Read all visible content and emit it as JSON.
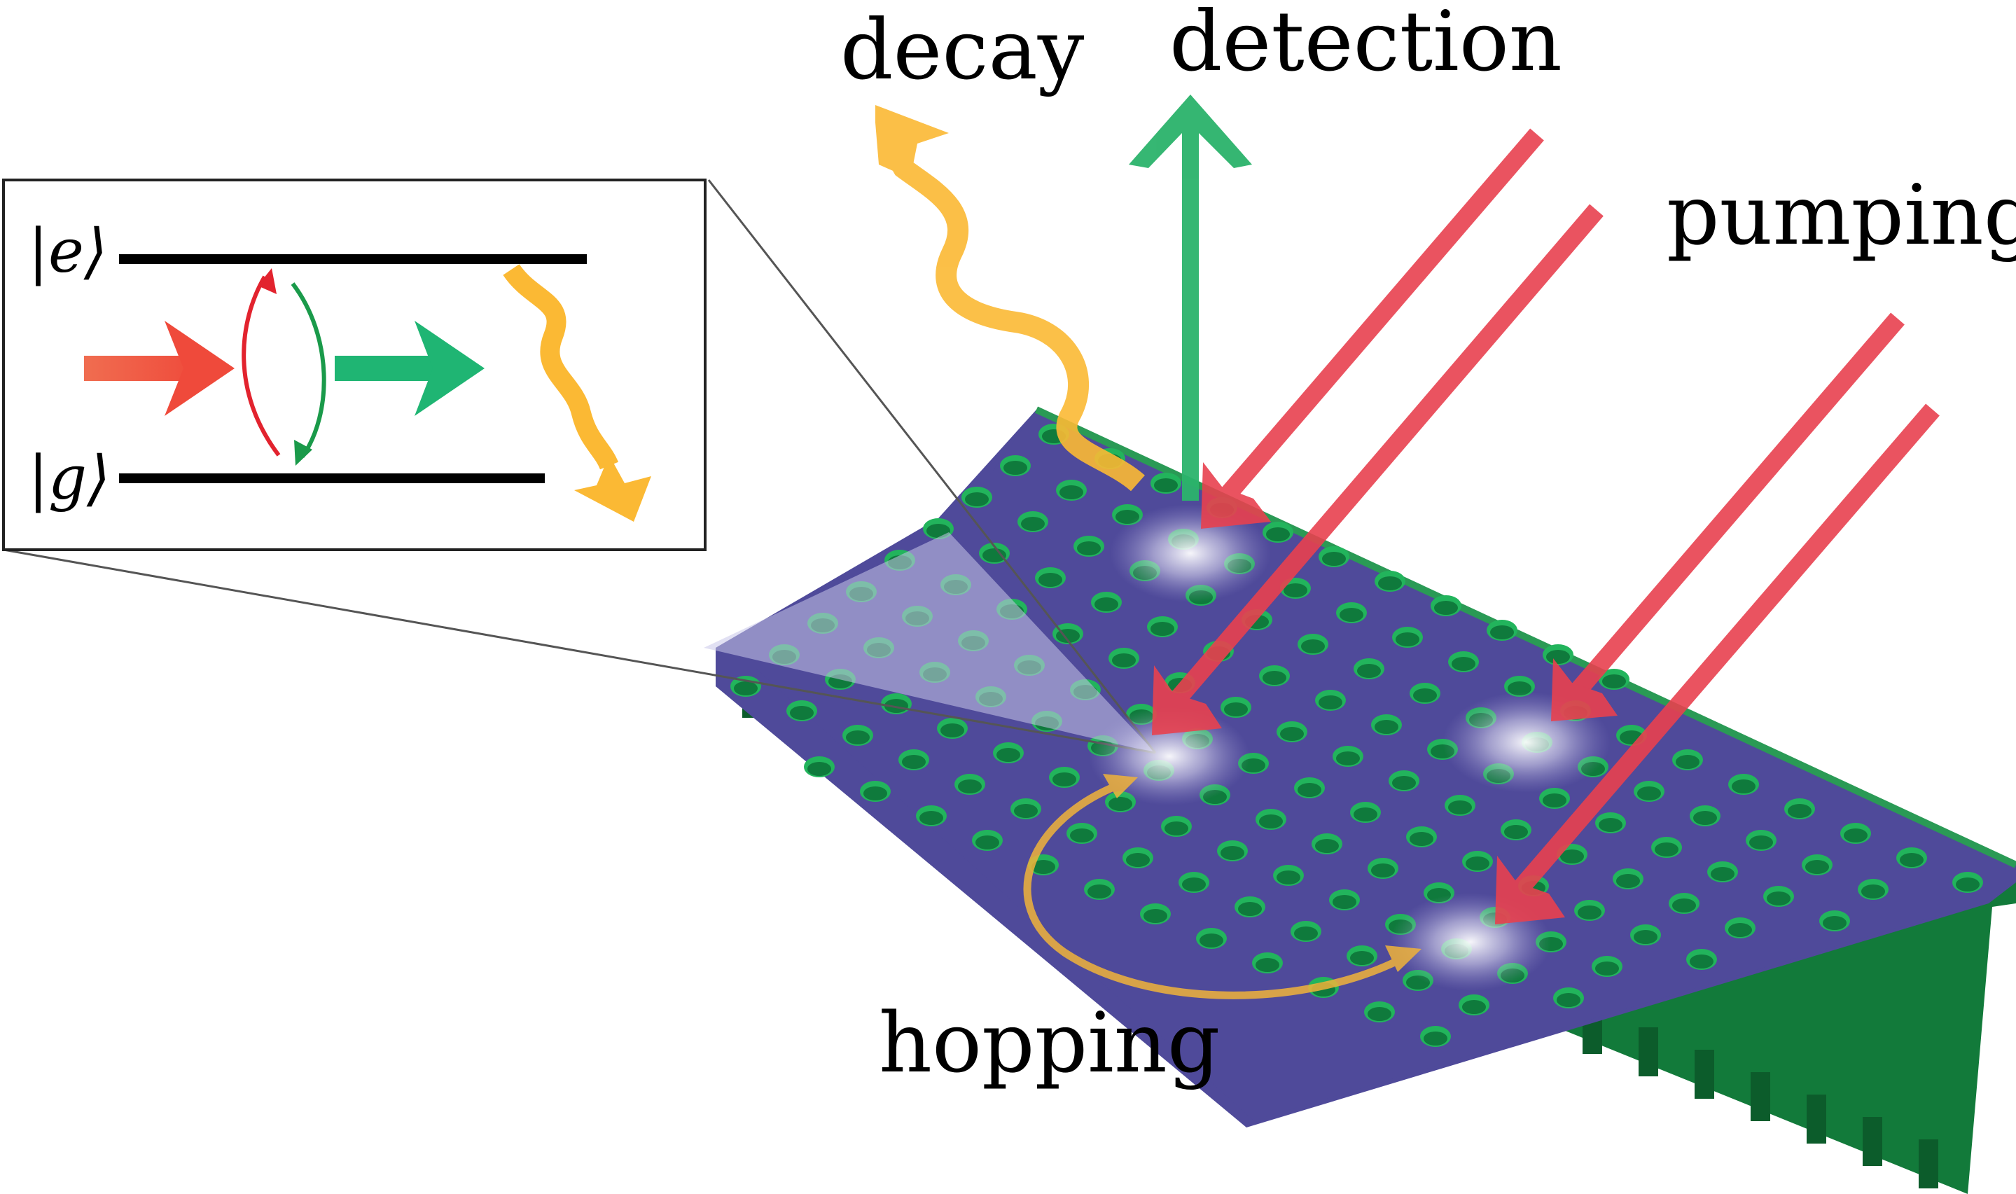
{
  "labels": {
    "decay": "decay",
    "detection": "detection",
    "pumping": "pumping",
    "hopping": "hopping"
  },
  "inset": {
    "excited_state": "|e⟩",
    "ground_state": "|g⟩"
  },
  "colors": {
    "slab_top": "#4f4a9a",
    "slab_side": "#127a3a",
    "hole_fill": "#0f7a3c",
    "hole_rim": "#22b45c",
    "pump": "#e8414f",
    "detection": "#2bb36b",
    "decay": "#fbb934",
    "hopping": "#f0b33a",
    "inset_pump_arrow": "#f0573f",
    "inset_emit_arrow": "#1fb573",
    "inset_up_transition": "#e2232e",
    "inset_down_transition": "#1a9a4a",
    "spot_glow": "#ffffff"
  }
}
